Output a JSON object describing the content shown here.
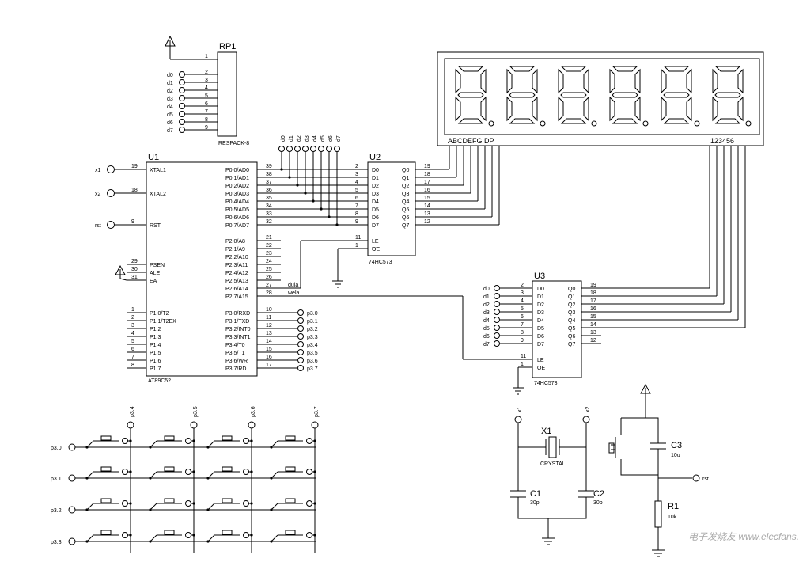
{
  "rp1": {
    "ref": "RP1",
    "part": "RESPACK-8",
    "pins": [
      "1",
      "2",
      "3",
      "4",
      "5",
      "6",
      "7",
      "8",
      "9"
    ],
    "nets": [
      "d0",
      "d1",
      "d2",
      "d3",
      "d4",
      "d5",
      "d6",
      "d7"
    ]
  },
  "u1": {
    "ref": "U1",
    "part": "AT89C52",
    "left": [
      {
        "num": "19",
        "name": "XTAL1",
        "net": "x1"
      },
      {
        "num": "18",
        "name": "XTAL2",
        "net": "x2"
      },
      {
        "num": "9",
        "name": "RST",
        "net": "rst"
      },
      {
        "num": "29",
        "name": "PSEN",
        "net": ""
      },
      {
        "num": "30",
        "name": "ALE",
        "net": ""
      },
      {
        "num": "31",
        "name": "EA",
        "net": ""
      },
      {
        "num": "1",
        "name": "P1.0/T2",
        "net": ""
      },
      {
        "num": "2",
        "name": "P1.1/T2EX",
        "net": ""
      },
      {
        "num": "3",
        "name": "P1.2",
        "net": ""
      },
      {
        "num": "4",
        "name": "P1.3",
        "net": ""
      },
      {
        "num": "5",
        "name": "P1.4",
        "net": ""
      },
      {
        "num": "6",
        "name": "P1.5",
        "net": ""
      },
      {
        "num": "7",
        "name": "P1.6",
        "net": ""
      },
      {
        "num": "8",
        "name": "P1.7",
        "net": ""
      }
    ],
    "right": [
      {
        "num": "39",
        "name": "P0.0/AD0"
      },
      {
        "num": "38",
        "name": "P0.1/AD1"
      },
      {
        "num": "37",
        "name": "P0.2/AD2"
      },
      {
        "num": "36",
        "name": "P0.3/AD3"
      },
      {
        "num": "35",
        "name": "P0.4/AD4"
      },
      {
        "num": "34",
        "name": "P0.5/AD5"
      },
      {
        "num": "33",
        "name": "P0.6/AD6"
      },
      {
        "num": "32",
        "name": "P0.7/AD7"
      },
      {
        "num": "21",
        "name": "P2.0/A8"
      },
      {
        "num": "22",
        "name": "P2.1/A9"
      },
      {
        "num": "23",
        "name": "P2.2/A10"
      },
      {
        "num": "24",
        "name": "P2.3/A11"
      },
      {
        "num": "25",
        "name": "P2.4/A12"
      },
      {
        "num": "26",
        "name": "P2.5/A13"
      },
      {
        "num": "27",
        "name": "P2.6/A14"
      },
      {
        "num": "28",
        "name": "P2.7/A15"
      },
      {
        "num": "10",
        "name": "P3.0/RXD",
        "net": "p3.0"
      },
      {
        "num": "11",
        "name": "P3.1/TXD",
        "net": "p3.1"
      },
      {
        "num": "12",
        "name": "P3.2/INT0",
        "net": "p3.2"
      },
      {
        "num": "13",
        "name": "P3.3/INT1",
        "net": "p3.3"
      },
      {
        "num": "14",
        "name": "P3.4/T0",
        "net": "p3.4"
      },
      {
        "num": "15",
        "name": "P3.5/T1",
        "net": "p3.5"
      },
      {
        "num": "16",
        "name": "P3.6/WR",
        "net": "p3.6"
      },
      {
        "num": "17",
        "name": "P3.7/RD",
        "net": "p3.7"
      }
    ],
    "p2_nets": [
      "dula",
      "wela"
    ]
  },
  "u2": {
    "ref": "U2",
    "part": "74HC573",
    "left": [
      {
        "num": "2",
        "name": "D0"
      },
      {
        "num": "3",
        "name": "D1"
      },
      {
        "num": "4",
        "name": "D2"
      },
      {
        "num": "5",
        "name": "D3"
      },
      {
        "num": "6",
        "name": "D4"
      },
      {
        "num": "7",
        "name": "D5"
      },
      {
        "num": "8",
        "name": "D6"
      },
      {
        "num": "9",
        "name": "D7"
      },
      {
        "num": "11",
        "name": "LE"
      },
      {
        "num": "1",
        "name": "OE"
      }
    ],
    "right": [
      {
        "num": "19",
        "name": "Q0"
      },
      {
        "num": "18",
        "name": "Q1"
      },
      {
        "num": "17",
        "name": "Q2"
      },
      {
        "num": "16",
        "name": "Q3"
      },
      {
        "num": "15",
        "name": "Q4"
      },
      {
        "num": "14",
        "name": "Q5"
      },
      {
        "num": "13",
        "name": "Q6"
      },
      {
        "num": "12",
        "name": "Q7"
      }
    ]
  },
  "u3": {
    "ref": "U3",
    "part": "74HC573",
    "left": [
      {
        "num": "2",
        "name": "D0",
        "net": "d0"
      },
      {
        "num": "3",
        "name": "D1",
        "net": "d1"
      },
      {
        "num": "4",
        "name": "D2",
        "net": "d2"
      },
      {
        "num": "5",
        "name": "D3",
        "net": "d3"
      },
      {
        "num": "6",
        "name": "D4",
        "net": "d4"
      },
      {
        "num": "7",
        "name": "D5",
        "net": "d5"
      },
      {
        "num": "8",
        "name": "D6",
        "net": "d6"
      },
      {
        "num": "9",
        "name": "D7",
        "net": "d7"
      },
      {
        "num": "11",
        "name": "LE"
      },
      {
        "num": "1",
        "name": "OE"
      }
    ],
    "right": [
      {
        "num": "19",
        "name": "Q0"
      },
      {
        "num": "18",
        "name": "Q1"
      },
      {
        "num": "17",
        "name": "Q2"
      },
      {
        "num": "16",
        "name": "Q3"
      },
      {
        "num": "15",
        "name": "Q4"
      },
      {
        "num": "14",
        "name": "Q5"
      },
      {
        "num": "13",
        "name": "Q6"
      },
      {
        "num": "12",
        "name": "Q7"
      }
    ]
  },
  "display": {
    "seg_label": "ABCDEFG  DP",
    "digit_label": "123456"
  },
  "top_nets": [
    "d0",
    "d1",
    "d2",
    "d3",
    "d4",
    "d5",
    "d6",
    "d7"
  ],
  "keypad": {
    "rows": [
      "p3.0",
      "p3.1",
      "p3.2",
      "p3.3"
    ],
    "cols": [
      "p3.4",
      "p3.5",
      "p3.6",
      "p3.7"
    ]
  },
  "osc": {
    "x1": "x1",
    "x2": "x2",
    "crystal_ref": "X1",
    "crystal_part": "CRYSTAL",
    "c1_ref": "C1",
    "c1_val": "30p",
    "c2_ref": "C2",
    "c2_val": "30p"
  },
  "reset": {
    "c3_ref": "C3",
    "c3_val": "10u",
    "r1_ref": "R1",
    "r1_val": "10k",
    "net": "rst"
  },
  "watermark": "电子发烧友 www.elecfans.com"
}
